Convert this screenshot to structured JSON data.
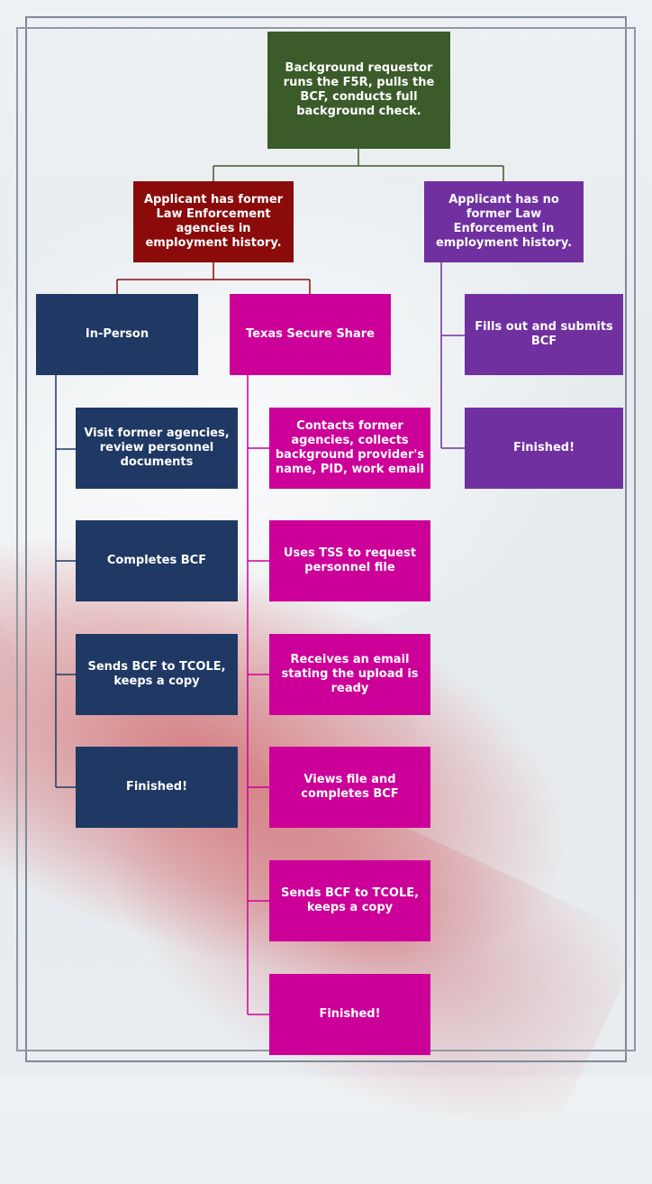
{
  "colors": {
    "root": "#3b5b2a",
    "former_le": "#8b0b0b",
    "no_former_le": "#7030a0",
    "in_person": "#1f3864",
    "tss": "#cc0099"
  },
  "root": "Background requestor runs the F5R, pulls the BCF, conducts full background check.",
  "branches": {
    "former": "Applicant has former Law Enforcement agencies in employment history.",
    "none": "Applicant has no former Law Enforcement in employment history."
  },
  "in_person": {
    "title": "In-Person",
    "steps": [
      "Visit former agencies, review personnel documents",
      "Completes BCF",
      "Sends BCF to TCOLE, keeps a copy",
      "Finished!"
    ]
  },
  "tss": {
    "title": "Texas Secure Share",
    "steps": [
      "Contacts former agencies, collects background provider's name, PID, work email",
      "Uses TSS to request personnel file",
      "Receives an email stating the upload is ready",
      "Views file and completes BCF",
      "Sends BCF to TCOLE, keeps a copy",
      "Finished!"
    ]
  },
  "no_former": {
    "steps": [
      "Fills out and submits BCF",
      "Finished!"
    ]
  }
}
